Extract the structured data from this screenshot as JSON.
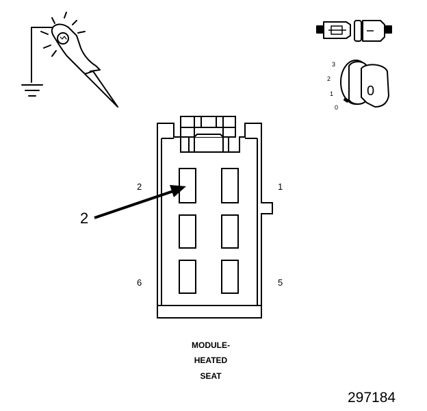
{
  "connector": {
    "pin_labels": {
      "top_left": "2",
      "top_right": "1",
      "bottom_left": "6",
      "bottom_right": "5"
    },
    "callout": "2"
  },
  "caption": {
    "line1": "MODULE-",
    "line2": "HEATED",
    "line3": "SEAT"
  },
  "ignition": {
    "positions": [
      "3",
      "2",
      "1",
      "0"
    ],
    "key_label": "0"
  },
  "figure_number": "297184",
  "icons": {
    "probe": "test-probe-ground-icon",
    "disconnected": "connector-disconnected-icon",
    "ignition": "ignition-key-off-icon"
  }
}
